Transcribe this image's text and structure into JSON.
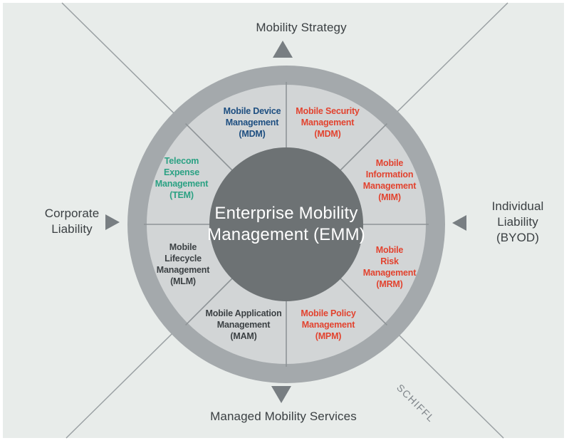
{
  "diagram": {
    "core": {
      "title": "Enterprise Mobility\nManagement (EMM)"
    },
    "segments": [
      {
        "id": "mobile-device-management",
        "label": "Mobile Device\nManagement\n(MDM)",
        "abbr": "MDM",
        "color": "#1d4e80"
      },
      {
        "id": "mobile-security-management",
        "label": "Mobile Security\nManagement\n(MDM)",
        "abbr": "MDM",
        "color": "#e2432f"
      },
      {
        "id": "mobile-information-management",
        "label": "Mobile\nInformation\nManagement\n(MIM)",
        "abbr": "MIM",
        "color": "#e2432f"
      },
      {
        "id": "mobile-risk-management",
        "label": "Mobile\nRisk\nManagement\n(MRM)",
        "abbr": "MRM",
        "color": "#e2432f"
      },
      {
        "id": "mobile-policy-management",
        "label": "Mobile Policy\nManagement\n(MPM)",
        "abbr": "MPM",
        "color": "#e2432f"
      },
      {
        "id": "mobile-application-management",
        "label": "Mobile Application\nManagement\n(MAM)",
        "abbr": "MAM",
        "color": "#3c4144"
      },
      {
        "id": "mobile-lifecycle-management",
        "label": "Mobile\nLifecycle\nManagement\n(MLM)",
        "abbr": "MLM",
        "color": "#3c4144"
      },
      {
        "id": "telecom-expense-management",
        "label": "Telecom\nExpense\nManagement\n(TEM)",
        "abbr": "TEM",
        "color": "#2ba183"
      }
    ],
    "axis_labels": {
      "top": "Mobility Strategy",
      "bottom": "Managed Mobility Services",
      "left": "Corporate\nLiability",
      "right": "Individual\nLiability (BYOD)"
    },
    "watermark": "SCHIFFL",
    "colors": {
      "background": "#e8ecea",
      "frame": "#ffffff",
      "outer_ring": "#a4a9ac",
      "segment_fill": "#d2d5d6",
      "core_fill": "#6d7274",
      "divider_line": "#8e9497",
      "diagonal_line": "#9aa0a3",
      "arrow": "#787e82",
      "axis_text": "#3a3f42",
      "watermark_text": "#7f858a"
    }
  }
}
